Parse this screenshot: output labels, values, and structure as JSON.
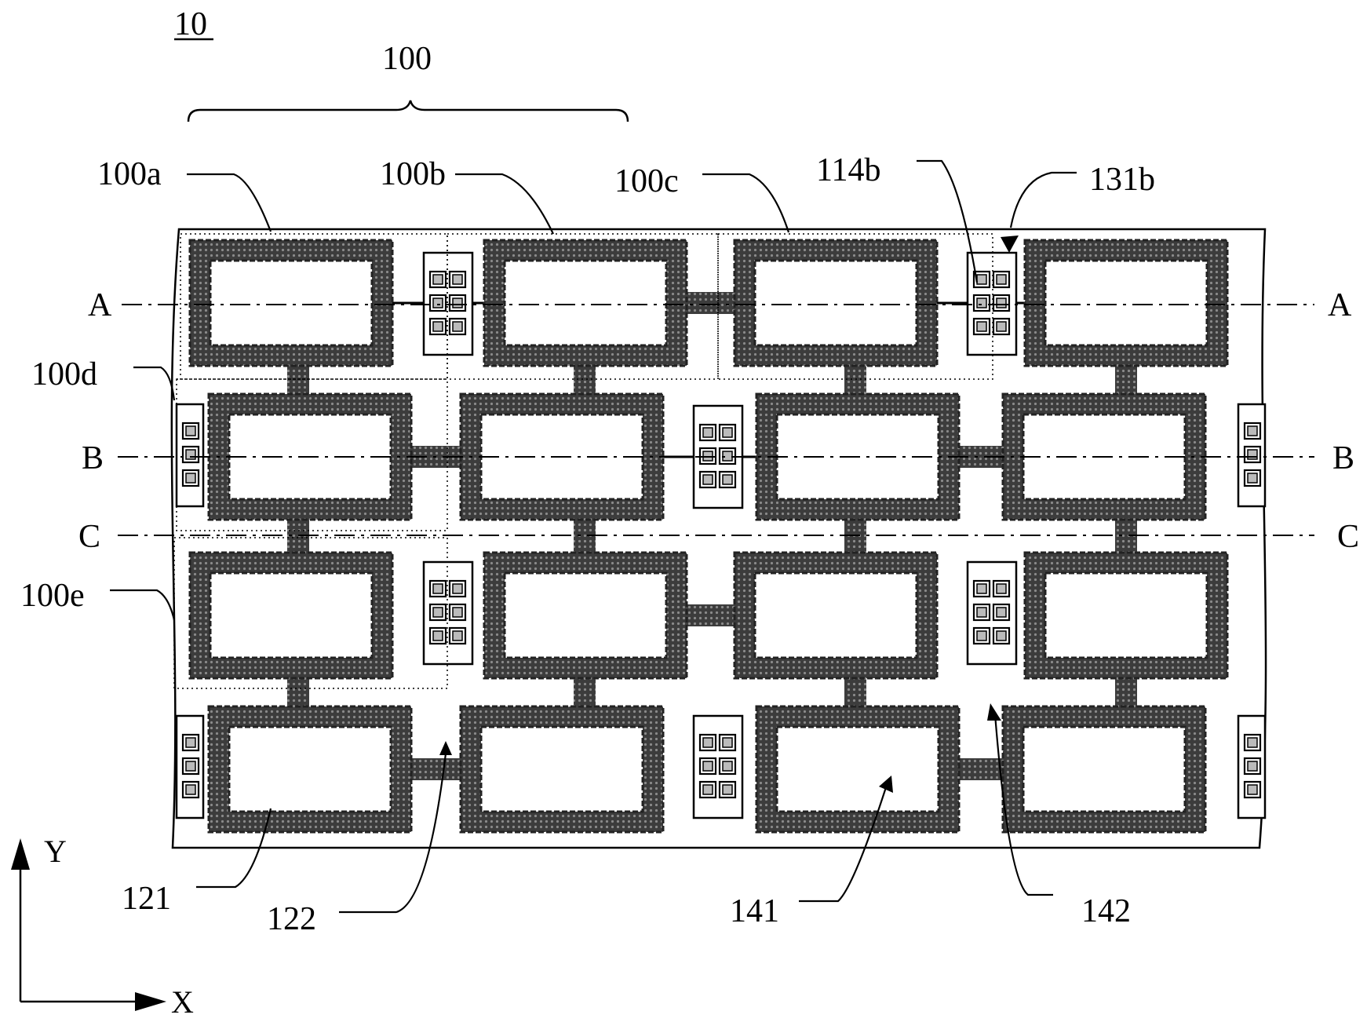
{
  "figure": {
    "number": "10",
    "group_label": "100",
    "labels": {
      "l100a": "100a",
      "l100b": "100b",
      "l100c": "100c",
      "l100d": "100d",
      "l100e": "100e",
      "l114b": "114b",
      "l131b": "131b",
      "l121": "121",
      "l122": "122",
      "l141": "141",
      "l142": "142"
    },
    "section_lines": {
      "a": "A",
      "b": "B",
      "c": "C"
    },
    "axes": {
      "y": "Y",
      "x": "X"
    }
  },
  "colors": {
    "ink": "#000000",
    "wire_fill": "#3f3f3f",
    "background": "#ffffff"
  }
}
